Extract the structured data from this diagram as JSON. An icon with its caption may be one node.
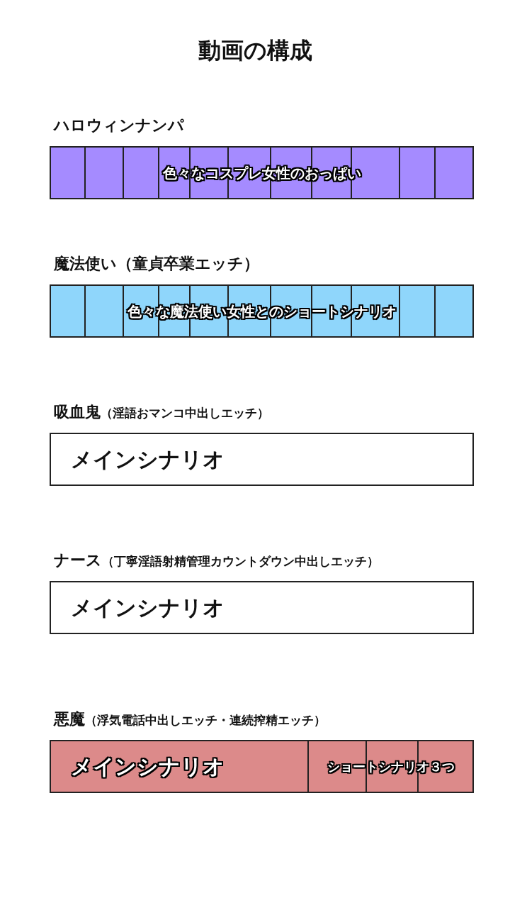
{
  "diagram": {
    "title": "動画の構成",
    "nodes": [
      {
        "text": [
          "ハロウィンナンパ",
          "色々なコスプレ女性のおっぱい"
        ]
      },
      {
        "text": [
          "魔法使い（童貞卒業エッチ）",
          "色々な魔法使い女性とのショートシナリオ"
        ]
      },
      {
        "text": [
          "吸血鬼",
          "（淫語おマンコ中出しエッチ）",
          "メインシナリオ"
        ]
      },
      {
        "text": [
          "ナース",
          "（丁寧淫語射精管理カウントダウン中出しエッチ）",
          "メインシナリオ"
        ]
      },
      {
        "text": [
          "悪魔",
          "（浮気電話中出しエッチ・連続搾精エッチ）",
          "メインシナリオ",
          "ショートシナリオ３つ"
        ]
      }
    ]
  }
}
